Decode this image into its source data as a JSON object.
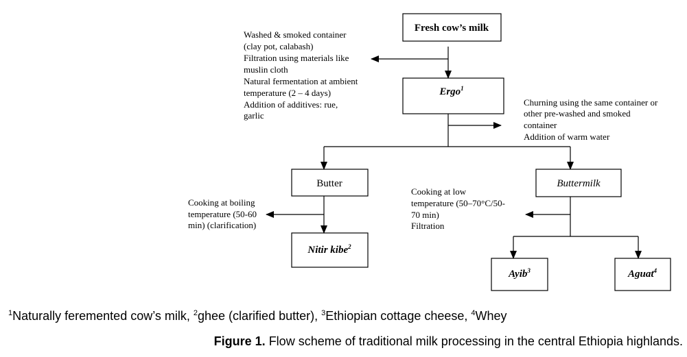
{
  "nodes": {
    "fresh_milk": {
      "label": "Fresh cow’s milk"
    },
    "ergo": {
      "label": "Ergo",
      "sup": "1"
    },
    "butter": {
      "label": "Butter"
    },
    "buttermilk": {
      "label": "Buttermilk"
    },
    "nitir_kibe": {
      "label": "Nitir kibe",
      "sup": "2"
    },
    "ayib": {
      "label": "Ayib",
      "sup": "3"
    },
    "aguat": {
      "label": "Aguat",
      "sup": "4"
    }
  },
  "notes": {
    "fermentation": [
      "Washed & smoked container",
      "(clay pot, calabash)",
      "Filtration using materials like",
      "muslin cloth",
      "Natural fermentation at ambient",
      "temperature (2 – 4 days)",
      "Addition of  additives: rue,",
      "garlic"
    ],
    "churning": [
      "Churning using the same container or",
      "other pre-washed and smoked",
      "container",
      "Addition of warm water"
    ],
    "clarification": [
      "Cooking at boiling",
      "temperature  (50-60",
      "min) (clarification)"
    ],
    "cooking_low": [
      "Cooking at low",
      "temperature (50–70°C/50-",
      "70 min)",
      "Filtration"
    ]
  },
  "footnotes": [
    {
      "sup": "1",
      "text": "Naturally feremented cow’s milk, "
    },
    {
      "sup": "2",
      "text": "ghee (clarified butter), "
    },
    {
      "sup": "3",
      "text": "Ethiopian cottage cheese, "
    },
    {
      "sup": "4",
      "text": "Whey"
    }
  ],
  "caption": {
    "label": "Figure 1.",
    "text": " Flow scheme of traditional milk processing in the central Ethiopia highlands."
  }
}
